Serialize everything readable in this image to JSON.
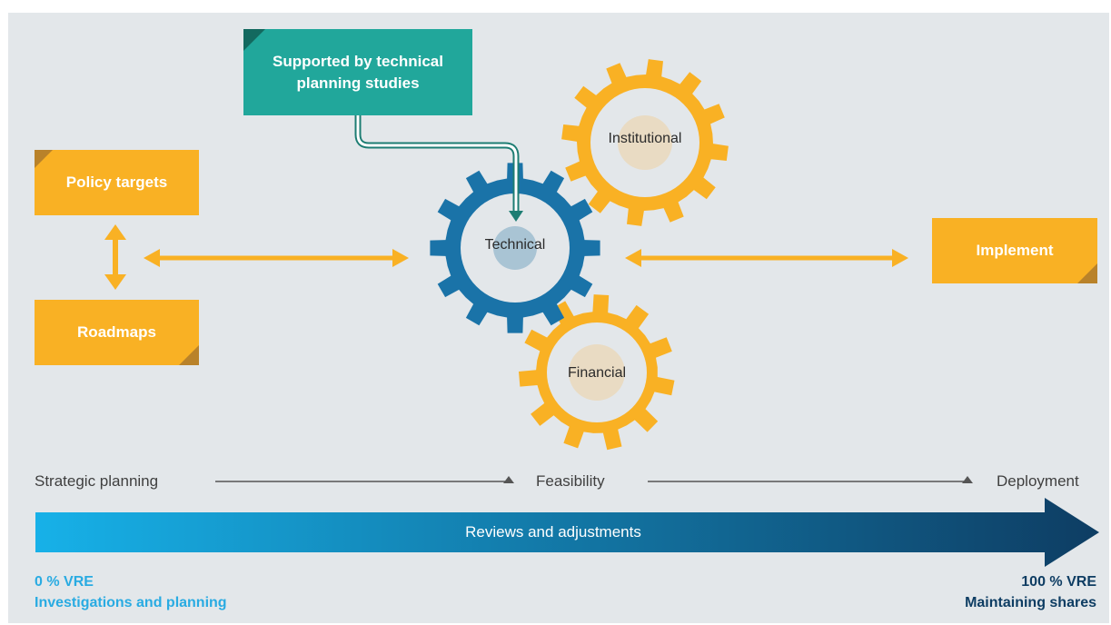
{
  "boxes": {
    "policy_targets": "Policy targets",
    "roadmaps": "Roadmaps",
    "implement": "Implement",
    "supported": "Supported by technical planning studies"
  },
  "gears": {
    "institutional": "Institutional",
    "technical": "Technical",
    "financial": "Financial"
  },
  "stages": {
    "strategic": "Strategic planning",
    "feasibility": "Feasibility",
    "deployment": "Deployment"
  },
  "arrow": {
    "label": "Reviews and adjustments"
  },
  "start": {
    "percent": "0 % VRE",
    "desc": "Investigations and planning"
  },
  "end": {
    "percent": "100 % VRE",
    "desc": "Maintaining shares"
  },
  "colors": {
    "orange": "#f9b124",
    "blue_gear": "#1a73a8",
    "teal": "#21a79b",
    "gradient_start": "#17b1e8",
    "gradient_end": "#0e3d63",
    "start_text": "#29abe2",
    "end_text": "#0e3d63"
  }
}
